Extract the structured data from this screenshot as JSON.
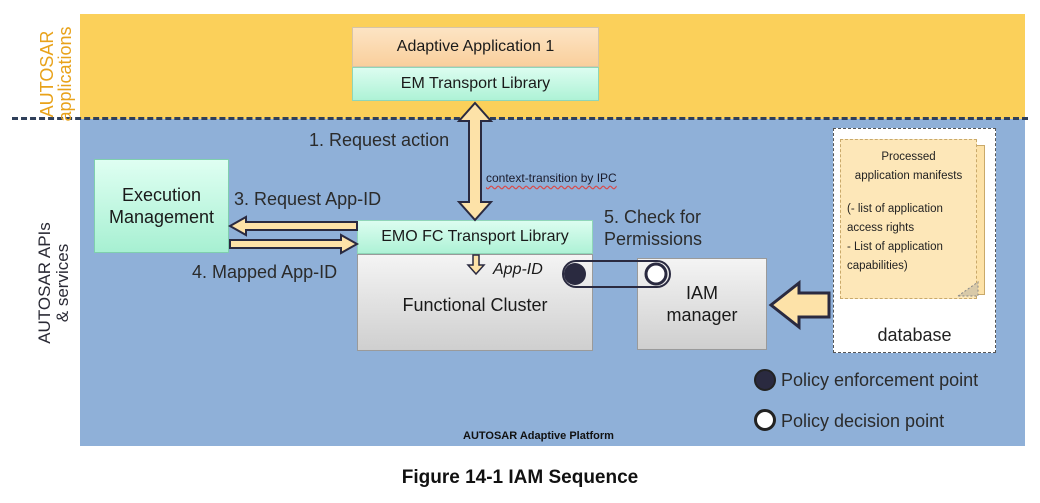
{
  "layers": {
    "top_label_line1": "AUTOSAR",
    "top_label_line2": "applications",
    "main_label_line1": "AUTOSAR APIs",
    "main_label_line2": "& services",
    "platform": "AUTOSAR Adaptive Platform"
  },
  "boxes": {
    "adaptive_app": "Adaptive Application 1",
    "em_transport": "EM Transport Library",
    "exec_mgmt_line1": "Execution",
    "exec_mgmt_line2": "Management",
    "emo_transport": "EMO FC Transport Library",
    "functional_cluster": "Functional Cluster",
    "iam_line1": "IAM",
    "iam_line2": "manager"
  },
  "steps": {
    "request_action": "1. Request action",
    "context_transition": "context-transition by IPC",
    "request_app_id": "3. Request App-ID",
    "mapped_app_id": "4. Mapped App-ID",
    "check_line1": "5. Check for",
    "check_line2": "Permissions",
    "app_id": "App-ID"
  },
  "database": {
    "title_line1": "Processed",
    "title_line2": "application manifests",
    "item1_line1": "(- list of application",
    "item1_line2": "access rights",
    "item2_line1": "- List of application",
    "item2_line2": "capabilities)",
    "label": "database"
  },
  "legend": {
    "enforcement": "Policy enforcement point",
    "decision": "Policy decision point"
  },
  "caption": "Figure 14-1 IAM Sequence",
  "colors": {
    "app_layer": "#fbd05a",
    "platform_layer": "#8fb0d8",
    "library_green": "#aef2d6",
    "arrow_fill": "#fde2a8",
    "arrow_outline": "#2a2a40"
  }
}
